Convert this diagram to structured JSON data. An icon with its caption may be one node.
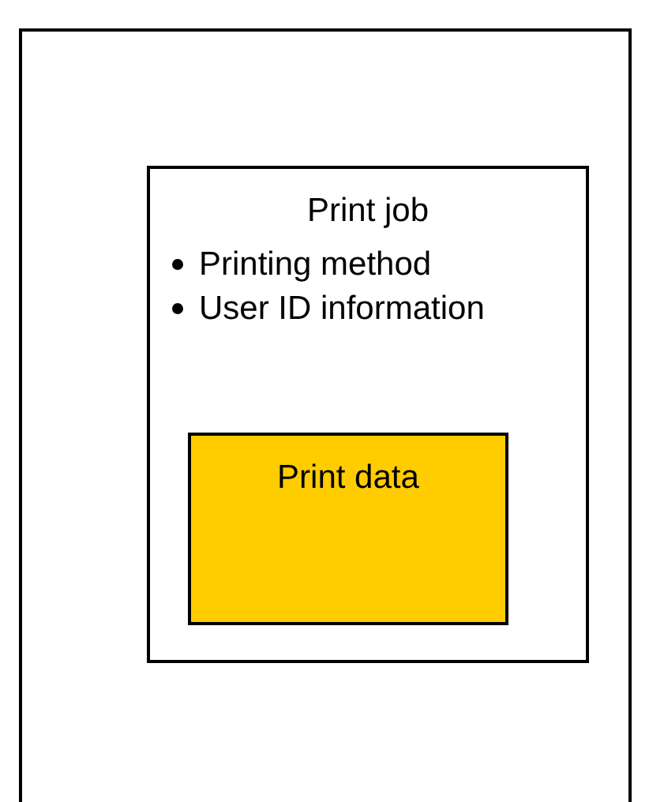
{
  "diagram": {
    "nodes": [
      {
        "text": [],
        "shape": "box"
      },
      {
        "text": [
          "Print job",
          "Printing method",
          "User ID information"
        ],
        "in": 0
      },
      {
        "text": [
          "Print data"
        ],
        "in": 1
      }
    ]
  }
}
